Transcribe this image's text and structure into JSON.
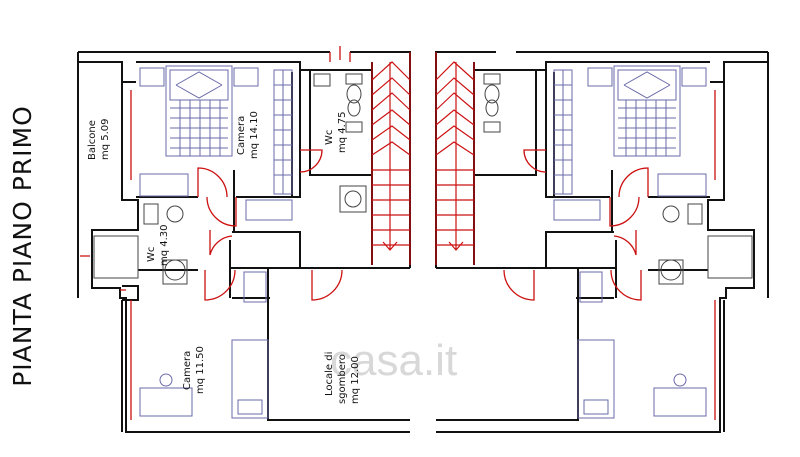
{
  "title": "PIANTA PIANO PRIMO",
  "rooms": {
    "balcone": [
      "Balcone",
      "mq 5.09"
    ],
    "camera_top": [
      "Camera",
      "mq 14.10"
    ],
    "wc_top": [
      "Wc",
      "mq 4.75"
    ],
    "wc_left": [
      "Wc",
      "mq 4.30"
    ],
    "camera_bottom": [
      "Camera",
      "mq 11.50"
    ],
    "locale": [
      "Locale di",
      "sgombero",
      "mq 12.00"
    ]
  },
  "watermark": "casa.it",
  "colors": {
    "wall": "#111111",
    "door": "#cc1111",
    "furniture": "#6a6aa8",
    "fixture": "#444444"
  }
}
